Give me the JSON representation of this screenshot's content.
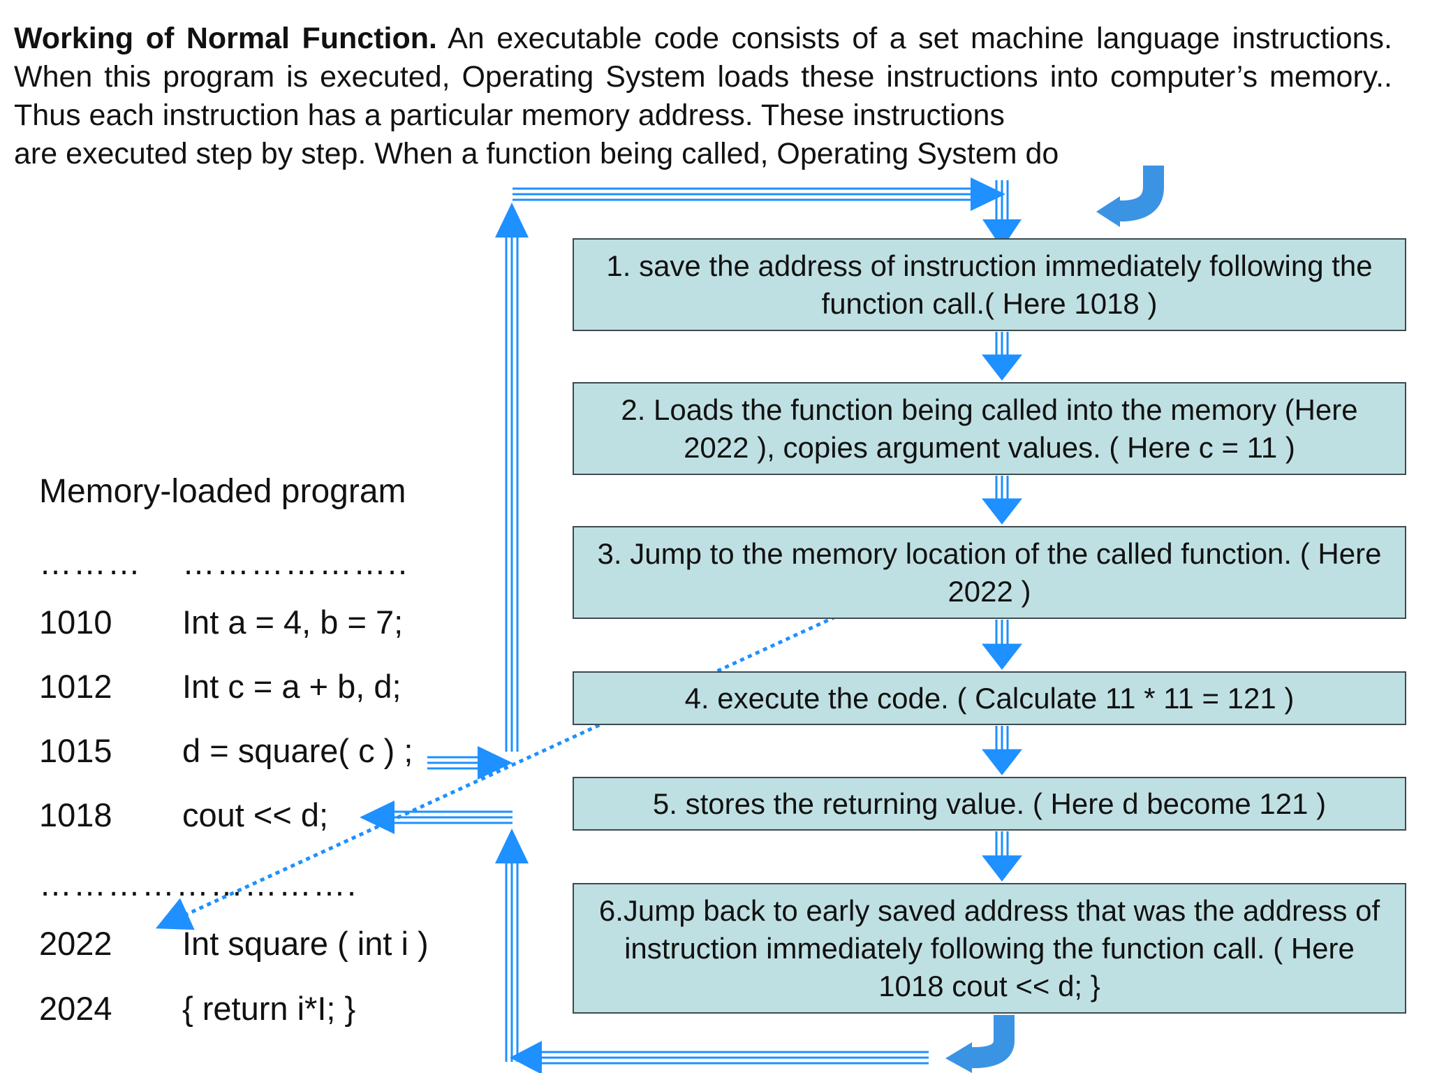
{
  "intro": {
    "heading": "Working of Normal Function.",
    "body": "An executable code consists of a set machine language instructions. When this program is executed, Operating  System loads these instructions into computer’s memory.. Thus each instruction has a particular memory address. These instructions",
    "tail": "are executed step by step. When a function being called, Operating  System do"
  },
  "steps": [
    "1. save the address of instruction immediately following the function call.( Here 1018 )",
    "2. Loads the function being called into the memory (Here 2022 ), copies argument values. ( Here c = 11 )",
    "3. Jump to the memory location of the called function. ( Here 2022 )",
    "4. execute the code. ( Calculate 11 * 11 = 121 )",
    "5. stores the returning value. ( Here d become 121 )",
    "6.Jump back to early saved address that was the address of instruction immediately following the function call. ( Here 1018 cout << d; }"
  ],
  "memory": {
    "title": "Memory-loaded program",
    "dots_addr": "………",
    "dots_code": "………………..",
    "dots_mid": "……………………….",
    "rows": [
      {
        "addr": "1010",
        "code": "Int a = 4, b = 7;"
      },
      {
        "addr": "1012",
        "code": "Int c = a + b, d;"
      },
      {
        "addr": "1015",
        "code": "d = square( c ) ;"
      },
      {
        "addr": "1018",
        "code": "cout << d;"
      },
      {
        "addr": "2022",
        "code": "Int square ( int i )"
      },
      {
        "addr": "2024",
        "code": "{ return i*I; }"
      }
    ]
  },
  "colors": {
    "arrow": "#1e90ff",
    "box_fill": "#bfe0e3",
    "box_border": "#3e4a4f"
  }
}
